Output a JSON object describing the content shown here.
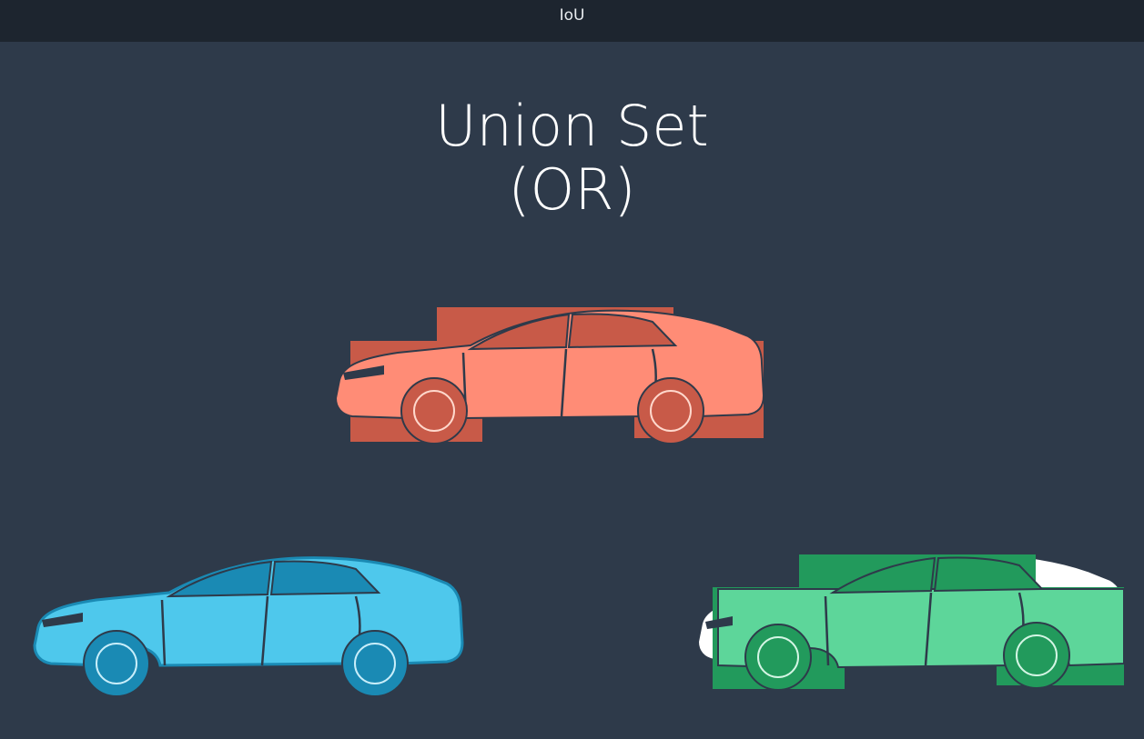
{
  "window": {
    "title": "IoU"
  },
  "slide": {
    "title_line1": "Union Set",
    "title_line2": "(OR)"
  },
  "colors": {
    "background": "#2e3a4a",
    "topbar": "#1d252f",
    "union_red": "#ff8c76",
    "union_red_dark": "#c85a48",
    "prediction_blue": "#4ec8ec",
    "prediction_blue_dark": "#1a8ab4",
    "ground_truth_green": "#5dd69a",
    "ground_truth_green_dark": "#229a5c"
  },
  "cars": [
    {
      "role": "union",
      "color": "union_red"
    },
    {
      "role": "prediction",
      "color": "prediction_blue"
    },
    {
      "role": "ground-truth",
      "color": "ground_truth_green"
    }
  ]
}
